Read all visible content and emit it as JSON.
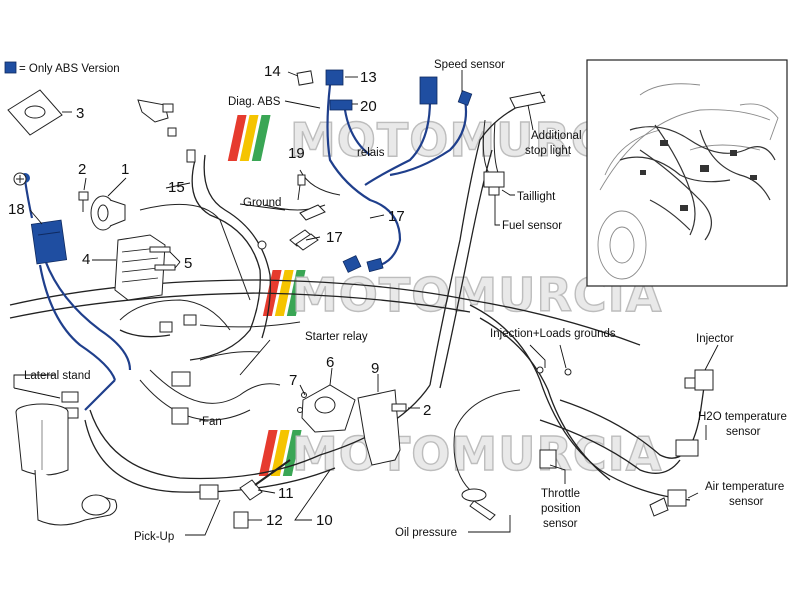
{
  "legend": {
    "swatch_color": "#1f4ea1",
    "text": "= Only ABS Version"
  },
  "watermark": {
    "text": "MOTOMURCIA",
    "colors": [
      "#e63b2e",
      "#f5c400",
      "#3aa655"
    ]
  },
  "colors": {
    "abs": "#1f4ea1",
    "line": "#222222"
  },
  "part_numbers": {
    "n1": "1",
    "n2a": "2",
    "n2b": "2",
    "n3": "3",
    "n4": "4",
    "n5": "5",
    "n6": "6",
    "n7": "7",
    "n9": "9",
    "n10": "10",
    "n11": "11",
    "n12": "12",
    "n13": "13",
    "n14": "14",
    "n15": "15",
    "n17a": "17",
    "n17b": "17",
    "n18": "18",
    "n19": "19",
    "n20": "20"
  },
  "labels": {
    "speed_sensor": "Speed sensor",
    "diag_abs": "Diag. ABS",
    "relais": "relais",
    "additional_stop_1": "Additional",
    "additional_stop_2": "stop light",
    "taillight": "Taillight",
    "fuel_sensor": "Fuel sensor",
    "ground": "Ground",
    "starter_relay": "Starter relay",
    "lateral_stand": "Lateral stand",
    "fan": "Fan",
    "pick_up": "Pick-Up",
    "injection_grounds": "Injection+Loads grounds",
    "injector": "Injector",
    "h2o_1": "H2O temperature",
    "h2o_2": "sensor",
    "throttle_1": "Throttle",
    "throttle_2": "position",
    "throttle_3": "sensor",
    "air_1": "Air temperature",
    "air_2": "sensor",
    "oil_pressure": "Oil pressure"
  }
}
